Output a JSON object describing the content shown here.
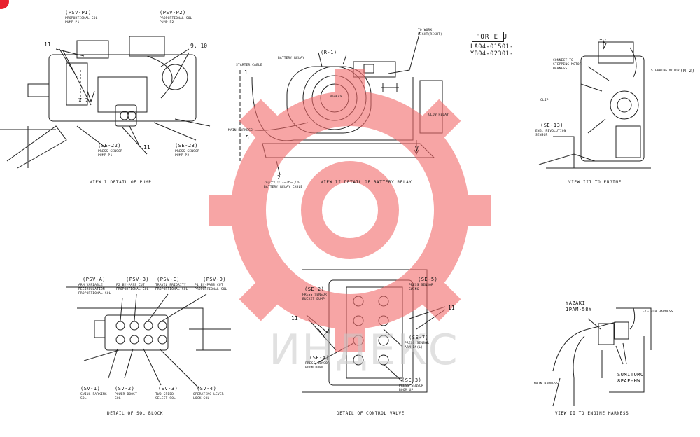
{
  "corner_marker_color": "#e8202e",
  "watermark": {
    "text": "ИНДЕКС",
    "color": "#f26a6a"
  },
  "for_eu": {
    "label": "FOR E U",
    "serials": [
      "LA04-01501-",
      "YB04-02301-"
    ]
  },
  "view_pump": {
    "caption": "VIEW I   DETAIL OF PUMP",
    "labels": [
      {
        "id": "psv-p1",
        "code": "(PSV-P1)",
        "desc": [
          "PROPORTIONAL SOL",
          "PUMP P1"
        ]
      },
      {
        "id": "psv-p2",
        "code": "(PSV-P2)",
        "desc": [
          "PROPORTIONAL SOL",
          "PUMP P2"
        ]
      },
      {
        "id": "se-22",
        "code": "(SE-22)",
        "desc": [
          "PRESS SENSOR",
          "PUMP P1"
        ]
      },
      {
        "id": "se-23",
        "code": "(SE-23)",
        "desc": [
          "PRESS SENSOR",
          "PUMP P2"
        ]
      }
    ],
    "callouts": [
      "11",
      "11",
      "9, 10",
      "X 2"
    ]
  },
  "view_battery": {
    "caption": "VIEW II   DETAIL OF BATTERY RELAY",
    "labels": {
      "r1": "(R-1)",
      "battery_relay": "BATTERY RELAY",
      "starter_cable": "STARTER CABLE",
      "main_harness": "MAIN HARNESS",
      "glow_relay": "GLOW RELAY",
      "to_work_light": [
        "TO WORK",
        "LIGHT(RIGHT)"
      ],
      "battery_relay_cable": [
        "バッテリリレーケーブル",
        "BATTERY RELAY CABLE"
      ],
      "brand": "NewEra"
    },
    "callouts": [
      "1",
      "5",
      "2",
      "V"
    ]
  },
  "view_engine": {
    "caption": "VIEW III        TO ENGINE",
    "labels": {
      "connect": [
        "CONNECT TO",
        "STEPPING MOTOR",
        "HARNESS"
      ],
      "stepping_motor": "STEPPING MOTOR",
      "m2": "(M-2)",
      "clip": "CLIP",
      "se13": "(SE-13)",
      "eng_rev": [
        "ENG. REVOLUTION",
        "SENSOR"
      ]
    },
    "callouts": [
      "IV"
    ]
  },
  "view_sol": {
    "caption": "DETAIL OF SOL BLOCK",
    "top_labels": [
      {
        "code": "(PSV-A)",
        "desc": [
          "ARM VARIABLE",
          "RECIRCULATION",
          "PROPORTIONAL SOL"
        ]
      },
      {
        "code": "(PSV-B)",
        "desc": [
          "P2 BY-PASS CUT",
          "PROPORTIONAL SOL"
        ]
      },
      {
        "code": "(PSV-C)",
        "desc": [
          "TRAVEL PRIORITY",
          "PROPORTIONAL SOL"
        ]
      },
      {
        "code": "(PSV-D)",
        "desc": [
          "P1 BY-PASS CUT",
          "PROPORTIONAL SOL"
        ]
      }
    ],
    "bottom_labels": [
      {
        "code": "(SV-1)",
        "desc": [
          "SWING PARKING",
          "SOL"
        ]
      },
      {
        "code": "(SV-2)",
        "desc": [
          "POWER BOOST",
          "SOL"
        ]
      },
      {
        "code": "(SV-3)",
        "desc": [
          "TWO SPEED",
          "SELECT SOL"
        ]
      },
      {
        "code": "(SV-4)",
        "desc": [
          "OPERATING LEVER",
          "LOCK SOL"
        ]
      }
    ]
  },
  "view_control": {
    "caption": "DETAIL OF CONTROL VALVE",
    "labels": [
      {
        "code": "(SE-2)",
        "desc": [
          "PRESS SENSOR",
          "BUCKET DUMP"
        ]
      },
      {
        "code": "(SE-5)",
        "desc": [
          "PRESS SENSOR",
          "SWING"
        ]
      },
      {
        "code": "(SE-7)",
        "desc": [
          "PRESS SENSOR",
          "ARM IN(L)"
        ]
      },
      {
        "code": "(SE-4)",
        "desc": [
          "PRESS SENSOR",
          "BOOM DOWN"
        ]
      },
      {
        "code": "(SE-3)",
        "desc": [
          "PRESS SENSOR",
          "BOOM UP"
        ]
      }
    ],
    "callouts": [
      "11",
      "11"
    ]
  },
  "view_harness": {
    "caption": "VIEW II        TO ENGINE HARNESS",
    "labels": {
      "yazaki": [
        "YAZAKI",
        "1PAM-58Y"
      ],
      "eo_sub": "E/G SUB HARNESS",
      "sumitomo": [
        "SUMITOMO",
        "8PAF-HW"
      ],
      "main_harness": "MAIN HARNESS"
    }
  }
}
